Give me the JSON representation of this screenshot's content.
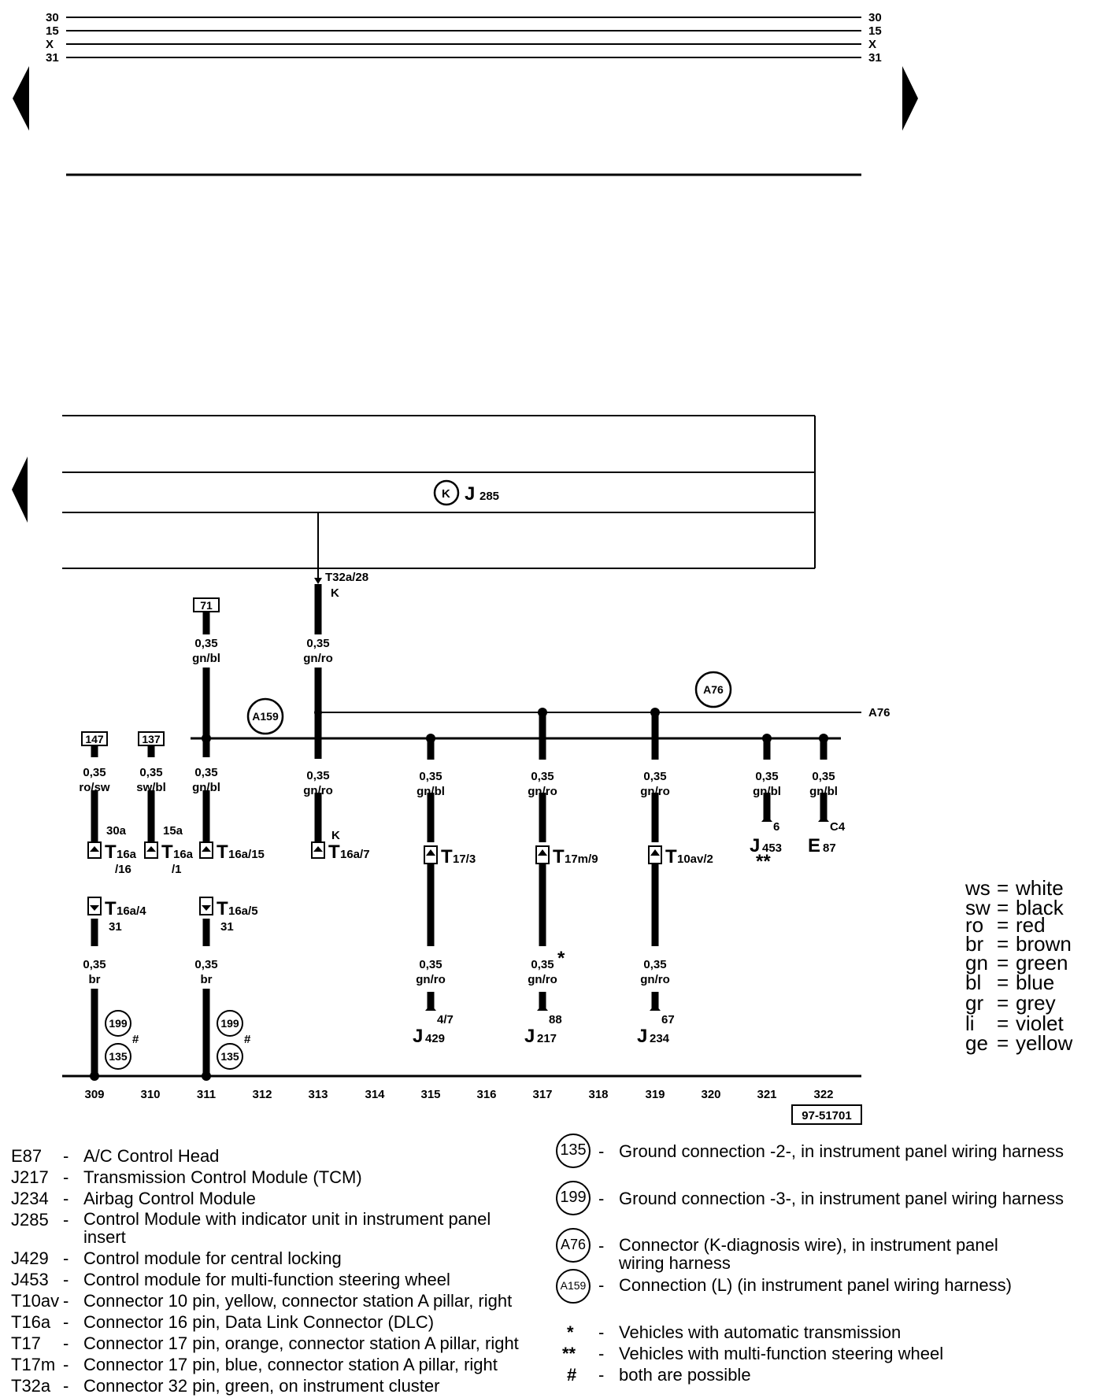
{
  "rails": {
    "left_labels": [
      "30",
      "15",
      "X",
      "31"
    ],
    "right_labels": [
      "30",
      "15",
      "X",
      "31"
    ]
  },
  "control_unit": {
    "symbol_letter": "K",
    "id_main": "J",
    "id_sub": "285"
  },
  "top_pin": {
    "label": "T32a/28",
    "signal": "K"
  },
  "bus_labels": {
    "a76_end": "A76"
  },
  "circles": {
    "a159": "A159",
    "a76": "A76",
    "g199_a": "199",
    "g135_a": "135",
    "g199_b": "199",
    "g135_b": "135"
  },
  "fuse_tags": {
    "t71": "71",
    "t147": "147",
    "t137": "137"
  },
  "wires": {
    "w71_size": "0,35",
    "w71_color": "gn/bl",
    "w313_top_size": "0,35",
    "w313_top_color": "gn/ro",
    "w309_size": "0,35",
    "w309_color": "ro/sw",
    "w310_size": "0,35",
    "w310_color": "sw/bl",
    "w311_size": "0,35",
    "w311_color": "gn/bl",
    "w313_size": "0,35",
    "w313_color": "gn/ro",
    "w315_size": "0,35",
    "w315_color": "gn/bl",
    "w317_size": "0,35",
    "w317_color": "gn/ro",
    "w319_size": "0,35",
    "w319_color": "gn/ro",
    "w321_size": "0,35",
    "w321_color": "gn/bl",
    "w322_size": "0,35",
    "w322_color": "gn/bl",
    "w309b_size": "0,35",
    "w309b_color": "br",
    "w311b_size": "0,35",
    "w311b_color": "br",
    "w315b_size": "0,35",
    "w315b_color": "gn/ro",
    "w317b_size": "0,35",
    "w317b_color": "gn/ro",
    "w319b_size": "0,35",
    "w319b_color": "gn/ro"
  },
  "connectors": {
    "c309_pin": "30a",
    "c309_main": "T",
    "c309_sub": "16a",
    "c309_tail": "/16",
    "c310_pin": "15a",
    "c310_main": "T",
    "c310_sub": "16a",
    "c310_tail": "/1",
    "c311_main": "T",
    "c311_sub": "16a/15",
    "c313_pin": "K",
    "c313_main": "T",
    "c313_sub": "16a/7",
    "c315_main": "T",
    "c315_sub": "17/3",
    "c317_main": "T",
    "c317_sub": "17m/9",
    "c319_main": "T",
    "c319_sub": "10av/2",
    "c309b_main": "T",
    "c309b_sub": "16a/4",
    "c309b_pin": "31",
    "c311b_main": "T",
    "c311b_sub": "16a/5",
    "c311b_pin": "31"
  },
  "components": {
    "j453_pin": "6",
    "j453_main": "J",
    "j453_sub": "453",
    "j453_note": "**",
    "e87_pin": "C4",
    "e87_main": "E",
    "e87_sub": "87",
    "j429_pin": "4/7",
    "j429_main": "J",
    "j429_sub": "429",
    "j217_pin": "88",
    "j217_main": "J",
    "j217_sub": "217",
    "j234_pin": "67",
    "j234_main": "J",
    "j234_sub": "234",
    "star_note": "*",
    "hash_a": "#",
    "hash_b": "#"
  },
  "track_numbers": [
    "309",
    "310",
    "311",
    "312",
    "313",
    "314",
    "315",
    "316",
    "317",
    "318",
    "319",
    "320",
    "321",
    "322"
  ],
  "diagram_id": "97-51701",
  "colour_codes": [
    {
      "code": "ws",
      "name": "white"
    },
    {
      "code": "sw",
      "name": "black"
    },
    {
      "code": "ro",
      "name": "red"
    },
    {
      "code": "br",
      "name": "brown"
    },
    {
      "code": "gn",
      "name": "green"
    },
    {
      "code": "bl",
      "name": "blue"
    },
    {
      "code": "gr",
      "name": "grey"
    },
    {
      "code": "li",
      "name": "violet"
    },
    {
      "code": "ge",
      "name": "yellow"
    }
  ],
  "component_legend": [
    {
      "code": "E87",
      "dash": "-",
      "desc": "A/C Control Head"
    },
    {
      "code": "J217",
      "dash": "-",
      "desc": "Transmission Control Module (TCM)"
    },
    {
      "code": "J234",
      "dash": "-",
      "desc": "Airbag Control Module"
    },
    {
      "code": "J285",
      "dash": "-",
      "desc": "Control Module with indicator unit in instrument panel insert"
    },
    {
      "code": "J429",
      "dash": "-",
      "desc": "Control module for central locking"
    },
    {
      "code": "J453",
      "dash": "-",
      "desc": "Control module for multi-function steering wheel"
    },
    {
      "code": "T10av",
      "dash": "-",
      "desc": "Connector 10 pin, yellow, connector station A pillar, right"
    },
    {
      "code": "T16a",
      "dash": "-",
      "desc": "Connector 16 pin, Data Link Connector (DLC)"
    },
    {
      "code": "T17",
      "dash": "-",
      "desc": "Connector 17 pin, orange, connector station A pillar, right"
    },
    {
      "code": "T17m",
      "dash": "-",
      "desc": "Connector 17 pin, blue, connector station A pillar, right"
    },
    {
      "code": "T32a",
      "dash": "-",
      "desc": "Connector 32 pin, green, on  instrument cluster"
    }
  ],
  "symbol_legend": [
    {
      "symbol": "135",
      "dash": "-",
      "desc": "Ground connection -2-, in instrument panel wiring harness"
    },
    {
      "symbol": "199",
      "dash": "-",
      "desc": "Ground connection -3-, in instrument panel wiring harness"
    },
    {
      "symbol": "A76",
      "dash": "-",
      "desc": "Connector (K-diagnosis wire), in instrument panel wiring harness"
    },
    {
      "symbol": "A159",
      "dash": "-",
      "desc": "Connection (L) (in instrument panel wiring harness)"
    },
    {
      "symbol": "*",
      "dash": "-",
      "desc": "Vehicles with automatic transmission"
    },
    {
      "symbol": "**",
      "dash": "-",
      "desc": "Vehicles with multi-function steering wheel"
    },
    {
      "symbol": "#",
      "dash": "-",
      "desc": "both are possible"
    }
  ]
}
